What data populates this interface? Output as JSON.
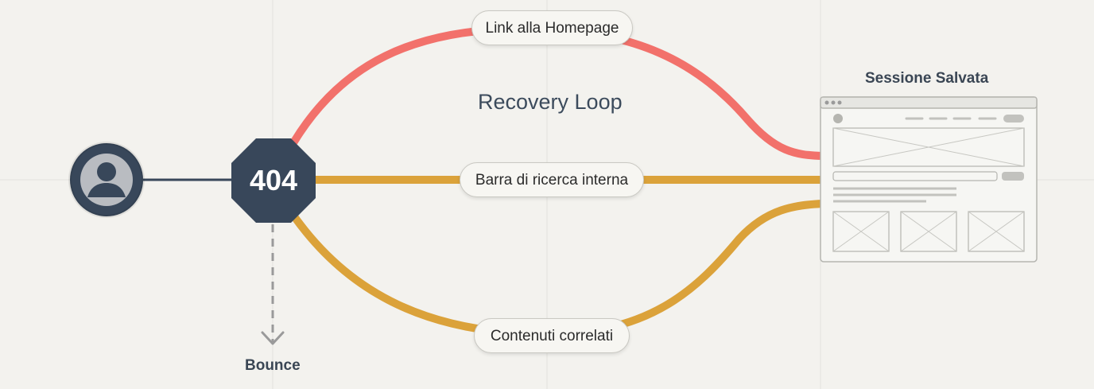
{
  "diagram": {
    "title": "Recovery Loop",
    "error_code": "404",
    "bounce_label": "Bounce",
    "target_label": "Sessione Salvata",
    "routes": [
      {
        "label": "Link alla Homepage",
        "color": "#f2716b"
      },
      {
        "label": "Barra di ricerca interna",
        "color": "#dba23a"
      },
      {
        "label": "Contenuti correlati",
        "color": "#dba23a"
      }
    ],
    "icons": {
      "user": "user-avatar-icon",
      "error": "error-octagon-icon",
      "page": "browser-wireframe-icon",
      "bounce": "arrow-down-icon"
    },
    "colors": {
      "node": "#38475a",
      "connector": "#38475a",
      "bounce": "#9a9a9a"
    }
  }
}
